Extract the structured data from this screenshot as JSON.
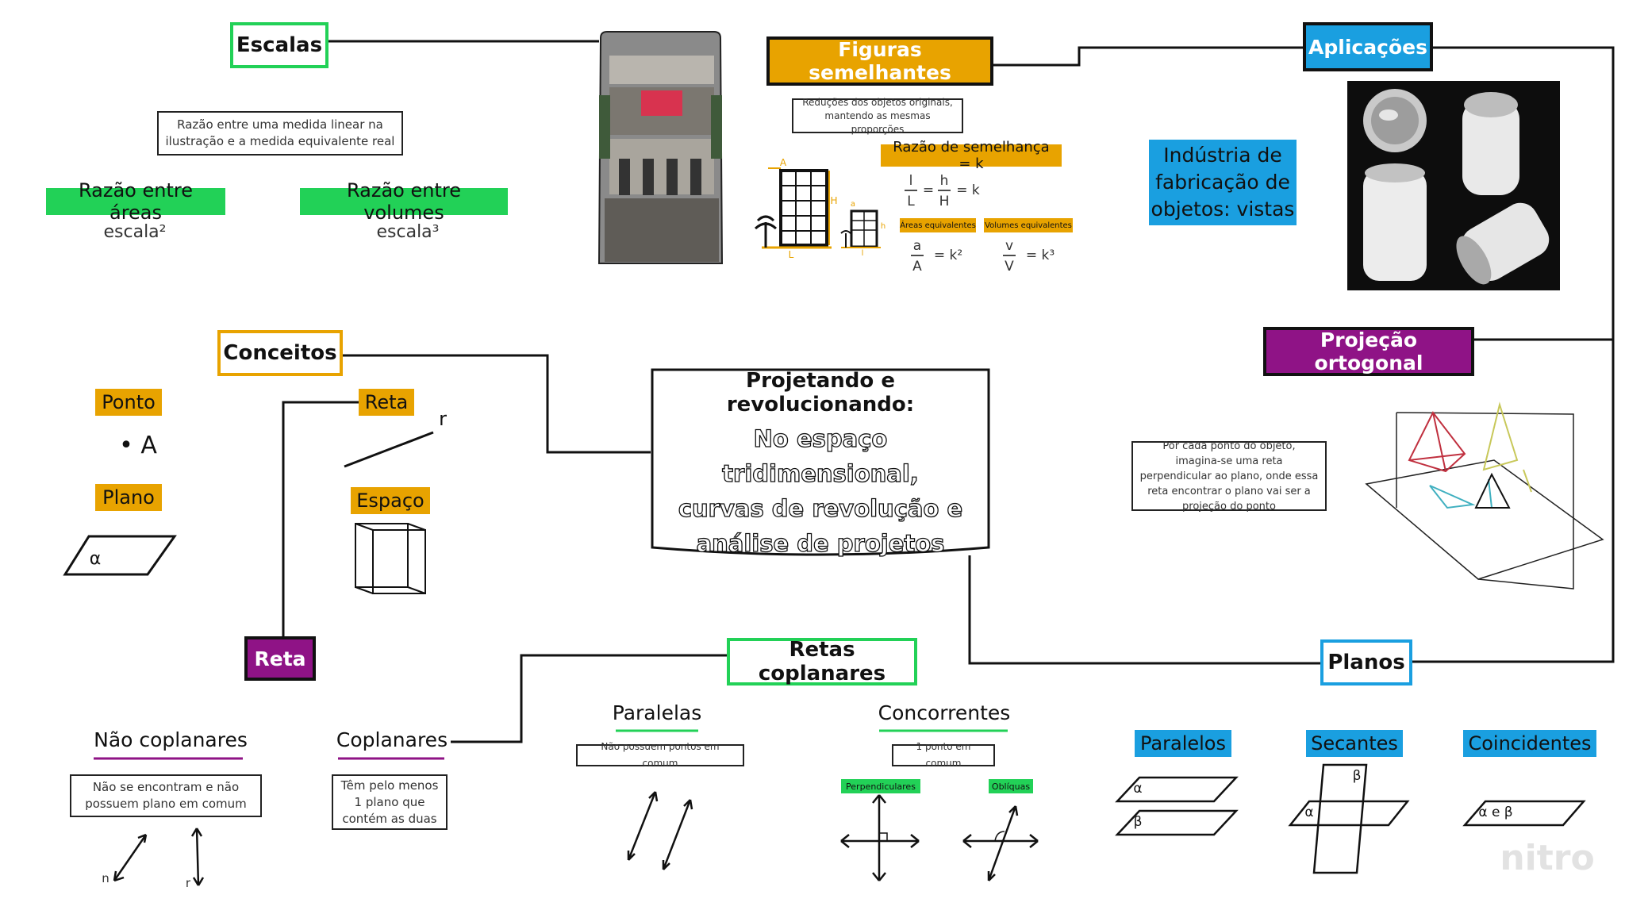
{
  "center": {
    "title": "Projetando e revolucionando:",
    "line1": "No espaço tridimensional,",
    "line2": "curvas de revolução e",
    "line3": "análise de projetos"
  },
  "escalas": {
    "header": "Escalas",
    "note": "Razão entre uma medida linear na ilustração e a medida equivalente real",
    "areas_label": "Razão entre áreas",
    "areas_formula": "escala²",
    "volumes_label": "Razão entre volumes",
    "volumes_formula": "escala³"
  },
  "figuras": {
    "header": "Figuras semelhantes",
    "note": "Reduções dos objetos originais, mantendo as mesmas proporções",
    "ratio_label": "Razão de semelhança = k",
    "areas_tag": "Áreas equivalentes",
    "volumes_tag": "Volumes equivalentes",
    "f_l": "l",
    "f_L": "L",
    "f_h": "h",
    "f_H": "H",
    "f_eq1": "=",
    "f_eq2": "= k",
    "f_a": "a",
    "f_A": "A",
    "f_k2": "= k²",
    "f_v": "v",
    "f_V": "V",
    "f_k3": "= k³",
    "img_A": "A",
    "img_H": "H",
    "img_L": "L",
    "img_a": "a",
    "img_h": "h",
    "img_l": "l"
  },
  "aplicacoes": {
    "header": "Aplicações",
    "industry": "Indústria de fabricação de objetos: vistas"
  },
  "projecao": {
    "header": "Projeção ortogonal",
    "note": "Por cada ponto do objeto, imagina-se uma reta perpendicular ao plano, onde essa reta encontrar o plano vai ser a projeção do ponto"
  },
  "conceitos": {
    "header": "Conceitos",
    "ponto": "Ponto",
    "ponto_symbol": "• A",
    "plano": "Plano",
    "plano_symbol": "α",
    "reta": "Reta",
    "reta_symbol": "r",
    "espaco": "Espaço"
  },
  "reta_section": {
    "header": "Reta",
    "nao_coplanares": "Não coplanares",
    "nao_note": "Não se encontram e não possuem plano em comum",
    "coplanares": "Coplanares",
    "cop_note": "Têm pelo menos 1 plano que contém as duas",
    "n_label": "n",
    "r_label": "r"
  },
  "retas_coplanares": {
    "header": "Retas coplanares",
    "paralelas": "Paralelas",
    "paralelas_note": "Não possuem pontos em comum",
    "concorrentes": "Concorrentes",
    "concorrentes_note": "1 ponto em comum",
    "perpendiculares": "Perpendiculares",
    "obliquas": "Oblíquas"
  },
  "planos": {
    "header": "Planos",
    "paralelos": "Paralelos",
    "secantes": "Secantes",
    "coincidentes": "Coincidentes",
    "alpha": "α",
    "beta": "β",
    "alpha_beta": "α e β"
  },
  "watermark": "nitro",
  "colors": {
    "green": "#22d157",
    "orange": "#e8a300",
    "blue": "#1a9fe0",
    "purple": "#8f1386"
  }
}
